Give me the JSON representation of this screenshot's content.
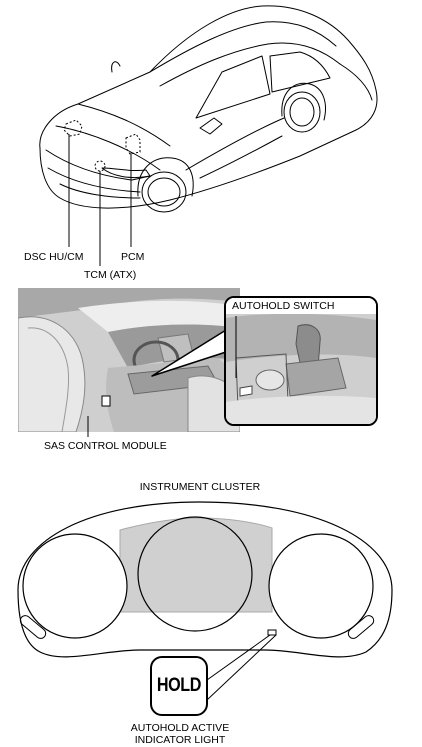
{
  "section_car": {
    "labels": {
      "dsc": "DSC HU/CM",
      "pcm": "PCM",
      "tcm": "TCM (ATX)"
    }
  },
  "section_interior": {
    "callout_title": "AUTOHOLD SWITCH",
    "module_label": "SAS CONTROL MODULE"
  },
  "section_cluster": {
    "title": "INSTRUMENT CLUSTER",
    "indicator_text": "HOLD",
    "indicator_label_line1": "AUTOHOLD ACTIVE",
    "indicator_label_line2": "INDICATOR LIGHT"
  },
  "colors": {
    "photo_gray": "#d9d9d9",
    "display_gray": "#d0d0d0",
    "line": "#000000"
  }
}
